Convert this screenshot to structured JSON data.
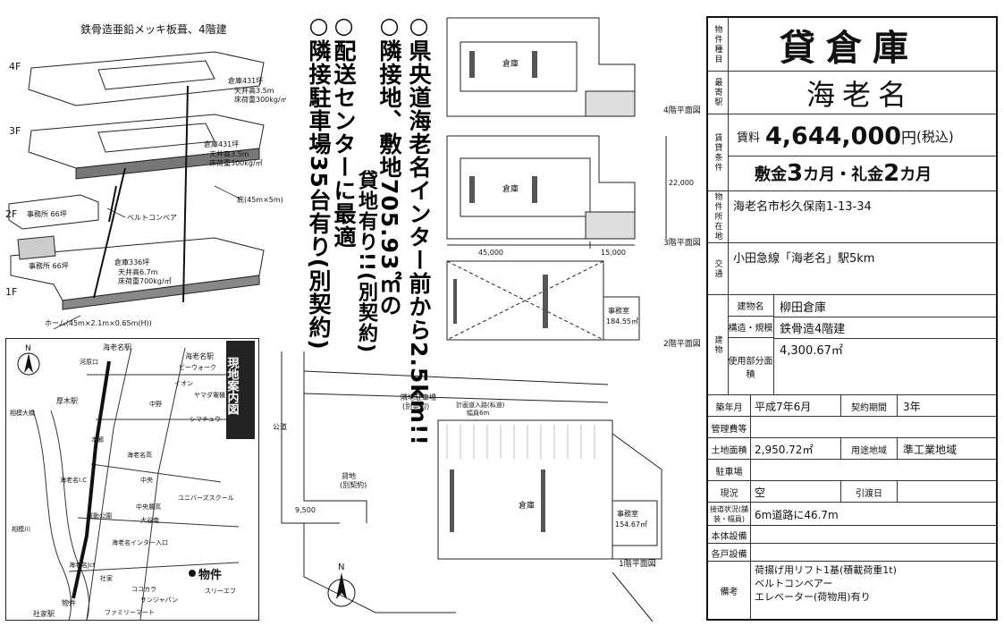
{
  "iso": {
    "title": "鉄骨造亜鉛メッキ板葺、4階建",
    "floors": [
      "4F",
      "3F",
      "2F",
      "1F"
    ],
    "f4_note": [
      "倉庫431坪",
      "天井高3.5m",
      "床荷重300kg/㎡"
    ],
    "f3_note": [
      "倉庫431坪",
      "天井高3.5m",
      "床荷重300kg/㎡"
    ],
    "f2_office": "事務所 66坪",
    "f1_office": "事務所 66坪",
    "f1_note": [
      "倉庫336坪",
      "天井高6.7m",
      "床荷重700kg/㎡"
    ],
    "eaves": "庇(45m×5m)",
    "conveyor": "ベルトコンベア",
    "platform": "ホーム(45m×2.1m×0.65m(H))"
  },
  "headline": {
    "col1": "○県央道海老名インター前から2.5km!!",
    "col2": "○隣接地、敷地705.93㎡の",
    "col2b": "貸地有り!!(別契約)",
    "col3": "○配送センターに最適",
    "col4": "○隣接駐車場35台有り(別契約)"
  },
  "plans": {
    "f4": "4階平面図",
    "f3": "3階平面図",
    "f2": "2階平面図",
    "f1": "1階平面図",
    "warehouse": "倉庫",
    "office2": "事務室",
    "office2_area": "184.55㎡",
    "office1": "事務室",
    "office1_area": "154.67㎡",
    "dim_45": "45,000",
    "dim_15": "15,000",
    "dim_v": "22,000",
    "parking": "隣地駐車場",
    "parking_sub": "(別契約)",
    "plan_road": "計画道入路(私道)",
    "plan_road_sub": "幅員6m",
    "public_road": "公道",
    "lease_land": "貸地",
    "lease_sub": "(別契約)",
    "dim_9500": "9,500",
    "north": "N"
  },
  "map": {
    "title": "現地案内図",
    "north": "N",
    "labels": [
      "海老名駅",
      "海老名駅",
      "ビーウォーク",
      "イオン",
      "ヤマダ電機",
      "シマチュウ",
      "厚木駅",
      "海老名高",
      "相模大橋",
      "海老名I.C",
      "中央農高",
      "ユニバーズスクール",
      "大谷南",
      "海老名インター入口",
      "相模川",
      "海老名Jct",
      "物件",
      "スリーエフ",
      "社家駅",
      "ファミリーマート",
      "ココカラ",
      "サンジャパン",
      "河原口",
      "中野",
      "本郷",
      "運動公園",
      "社家",
      "中央"
    ],
    "target": "物件"
  },
  "sheet": {
    "type_label": "物件種目",
    "type_value": "貸倉庫",
    "station_label": "最寄駅",
    "station_value": "海老名",
    "terms_label": "賃貸条件",
    "rent_label": "賃料",
    "rent_value": "4,644,000",
    "rent_unit": "円",
    "rent_tax": "(税込)",
    "deposit_a": "敷金",
    "deposit_n": "3",
    "deposit_b": "カ月・礼金",
    "key_n": "2",
    "key_b": "カ月",
    "location_label": "物件所在地",
    "location_value": "海老名市杉久保南1-13-34",
    "traffic_label": "交通",
    "traffic_value": "小田急線「海老名」駅5km",
    "building_label": "建物",
    "bname_label": "建物名",
    "bname_value": "柳田倉庫",
    "struct_label": "構造・規模",
    "struct_value": "鉄骨造4階建",
    "area_label": "使用部分面積",
    "area_value": "4,300.67㎡",
    "built_label": "築年月",
    "built_value": "平成7年6月",
    "contract_label": "契約期間",
    "contract_value": "3年",
    "mgmt_label": "管理費等",
    "land_label": "土地面積",
    "land_value": "2,950.72㎡",
    "zone_label": "用途地域",
    "zone_value": "準工業地域",
    "parking_label": "駐車場",
    "status_label": "現況",
    "status_value": "空",
    "handover_label": "引渡日",
    "road_label": "接道状況(舗装・幅員)",
    "road_value": "6m道路に46.7m",
    "equip_label": "本体設備",
    "facility_label": "各戸設備",
    "remarks_label": "備考",
    "remarks": [
      "荷揚げ用リフト1基(積載荷重1t)",
      "ベルトコンベアー",
      "エレベーター(荷物用)有り"
    ]
  }
}
